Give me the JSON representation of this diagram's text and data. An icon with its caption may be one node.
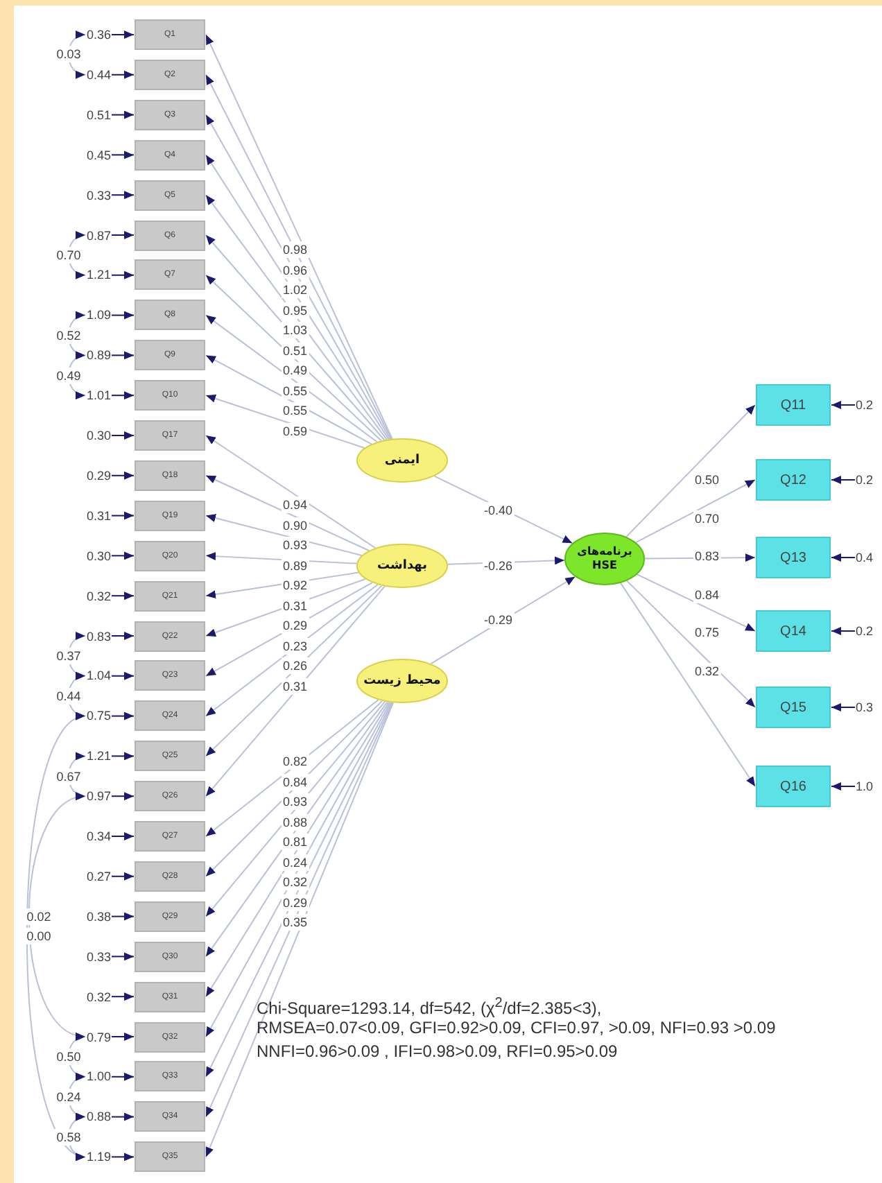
{
  "diagram": {
    "nodes": [
      {
        "text": [
          "Q1"
        ]
      },
      {
        "text": [
          "Q2"
        ]
      },
      {
        "text": [
          "Q3"
        ]
      },
      {
        "text": [
          "Q4"
        ]
      },
      {
        "text": [
          "Q5"
        ]
      },
      {
        "text": [
          "Q6"
        ]
      },
      {
        "text": [
          "Q7"
        ]
      },
      {
        "text": [
          "Q8"
        ]
      },
      {
        "text": [
          "Q9"
        ]
      },
      {
        "text": [
          "Q10"
        ]
      },
      {
        "text": [
          "Q17"
        ]
      },
      {
        "text": [
          "Q18"
        ]
      },
      {
        "text": [
          "Q19"
        ]
      },
      {
        "text": [
          "Q20"
        ]
      },
      {
        "text": [
          "Q21"
        ]
      },
      {
        "text": [
          "Q22"
        ]
      },
      {
        "text": [
          "Q23"
        ]
      },
      {
        "text": [
          "Q24"
        ]
      },
      {
        "text": [
          "Q25"
        ]
      },
      {
        "text": [
          "Q26"
        ]
      },
      {
        "text": [
          "Q27"
        ]
      },
      {
        "text": [
          "Q28"
        ]
      },
      {
        "text": [
          "Q29"
        ]
      },
      {
        "text": [
          "Q30"
        ]
      },
      {
        "text": [
          "Q31"
        ]
      },
      {
        "text": [
          "Q32"
        ]
      },
      {
        "text": [
          "Q33"
        ]
      },
      {
        "text": [
          "Q34"
        ]
      },
      {
        "text": [
          "Q35"
        ]
      },
      {
        "text": [
          "0.36"
        ]
      },
      {
        "text": [
          "0.44"
        ]
      },
      {
        "text": [
          "0.51"
        ]
      },
      {
        "text": [
          "0.45"
        ]
      },
      {
        "text": [
          "0.33"
        ]
      },
      {
        "text": [
          "0.87"
        ]
      },
      {
        "text": [
          "1.21"
        ]
      },
      {
        "text": [
          "1.09"
        ]
      },
      {
        "text": [
          "0.89"
        ]
      },
      {
        "text": [
          "1.01"
        ]
      },
      {
        "text": [
          "0.30"
        ]
      },
      {
        "text": [
          "0.29"
        ]
      },
      {
        "text": [
          "0.31"
        ]
      },
      {
        "text": [
          "0.30"
        ]
      },
      {
        "text": [
          "0.32"
        ]
      },
      {
        "text": [
          "0.83"
        ]
      },
      {
        "text": [
          "1.04"
        ]
      },
      {
        "text": [
          "0.75"
        ]
      },
      {
        "text": [
          "1.21"
        ]
      },
      {
        "text": [
          "0.97"
        ]
      },
      {
        "text": [
          "0.34"
        ]
      },
      {
        "text": [
          "0.27"
        ]
      },
      {
        "text": [
          "0.38"
        ]
      },
      {
        "text": [
          "0.33"
        ]
      },
      {
        "text": [
          "0.32"
        ]
      },
      {
        "text": [
          "0.79"
        ]
      },
      {
        "text": [
          "1.00"
        ]
      },
      {
        "text": [
          "0.88"
        ]
      },
      {
        "text": [
          "1.19"
        ]
      },
      {
        "text": [
          "ایمنی"
        ]
      },
      {
        "text": [
          "بهداشت"
        ]
      },
      {
        "text": [
          "محیط زیست"
        ]
      },
      {
        "text": [
          "برنامه‌های HSE"
        ]
      },
      {
        "text": [
          "Q11"
        ]
      },
      {
        "text": [
          "Q12"
        ]
      },
      {
        "text": [
          "Q13"
        ]
      },
      {
        "text": [
          "Q14"
        ]
      },
      {
        "text": [
          "Q15"
        ]
      },
      {
        "text": [
          "Q16"
        ]
      },
      {
        "text": [
          "0.2"
        ]
      },
      {
        "text": [
          "0.2"
        ]
      },
      {
        "text": [
          "0.4"
        ]
      },
      {
        "text": [
          "0.2"
        ]
      },
      {
        "text": [
          "0.3"
        ]
      },
      {
        "text": [
          "1.0"
        ]
      }
    ],
    "edges": [
      {
        "from": 29,
        "to": 0,
        "arrow": "to",
        "color": "#1a1a6e"
      },
      {
        "from": 30,
        "to": 1,
        "arrow": "to",
        "color": "#1a1a6e"
      },
      {
        "from": 31,
        "to": 2,
        "arrow": "to",
        "color": "#1a1a6e"
      },
      {
        "from": 32,
        "to": 3,
        "arrow": "to",
        "color": "#1a1a6e"
      },
      {
        "from": 33,
        "to": 4,
        "arrow": "to",
        "color": "#1a1a6e"
      },
      {
        "from": 34,
        "to": 5,
        "arrow": "to",
        "color": "#1a1a6e"
      },
      {
        "from": 35,
        "to": 6,
        "arrow": "to",
        "color": "#1a1a6e"
      },
      {
        "from": 36,
        "to": 7,
        "arrow": "to",
        "color": "#1a1a6e"
      },
      {
        "from": 37,
        "to": 8,
        "arrow": "to",
        "color": "#1a1a6e"
      },
      {
        "from": 38,
        "to": 9,
        "arrow": "to",
        "color": "#1a1a6e"
      },
      {
        "from": 39,
        "to": 10,
        "arrow": "to",
        "color": "#1a1a6e"
      },
      {
        "from": 40,
        "to": 11,
        "arrow": "to",
        "color": "#1a1a6e"
      },
      {
        "from": 41,
        "to": 12,
        "arrow": "to",
        "color": "#1a1a6e"
      },
      {
        "from": 42,
        "to": 13,
        "arrow": "to",
        "color": "#1a1a6e"
      },
      {
        "from": 43,
        "to": 14,
        "arrow": "to",
        "color": "#1a1a6e"
      },
      {
        "from": 44,
        "to": 15,
        "arrow": "to",
        "color": "#1a1a6e"
      },
      {
        "from": 45,
        "to": 16,
        "arrow": "to",
        "color": "#1a1a6e"
      },
      {
        "from": 46,
        "to": 17,
        "arrow": "to",
        "color": "#1a1a6e"
      },
      {
        "from": 47,
        "to": 18,
        "arrow": "to",
        "color": "#1a1a6e"
      },
      {
        "from": 48,
        "to": 19,
        "arrow": "to",
        "color": "#1a1a6e"
      },
      {
        "from": 49,
        "to": 20,
        "arrow": "to",
        "color": "#1a1a6e"
      },
      {
        "from": 50,
        "to": 21,
        "arrow": "to",
        "color": "#1a1a6e"
      },
      {
        "from": 51,
        "to": 22,
        "arrow": "to",
        "color": "#1a1a6e"
      },
      {
        "from": 52,
        "to": 23,
        "arrow": "to",
        "color": "#1a1a6e"
      },
      {
        "from": 53,
        "to": 24,
        "arrow": "to",
        "color": "#1a1a6e"
      },
      {
        "from": 54,
        "to": 25,
        "arrow": "to",
        "color": "#1a1a6e"
      },
      {
        "from": 55,
        "to": 26,
        "arrow": "to",
        "color": "#1a1a6e"
      },
      {
        "from": 56,
        "to": 27,
        "arrow": "to",
        "color": "#1a1a6e"
      },
      {
        "from": 57,
        "to": 28,
        "arrow": "to",
        "color": "#1a1a6e"
      },
      {
        "from": 58,
        "to": 0,
        "arrow": "to",
        "label": "0.98"
      },
      {
        "from": 58,
        "to": 1,
        "arrow": "to",
        "label": "0.96"
      },
      {
        "from": 58,
        "to": 2,
        "arrow": "to",
        "label": "1.02"
      },
      {
        "from": 58,
        "to": 3,
        "arrow": "to",
        "label": "0.95"
      },
      {
        "from": 58,
        "to": 4,
        "arrow": "to",
        "label": "1.03"
      },
      {
        "from": 58,
        "to": 5,
        "arrow": "to",
        "label": "0.51"
      },
      {
        "from": 58,
        "to": 6,
        "arrow": "to",
        "label": "0.49"
      },
      {
        "from": 58,
        "to": 7,
        "arrow": "to",
        "label": "0.55"
      },
      {
        "from": 58,
        "to": 8,
        "arrow": "to",
        "label": "0.55"
      },
      {
        "from": 58,
        "to": 9,
        "arrow": "to",
        "label": "0.59"
      },
      {
        "from": 59,
        "to": 10,
        "arrow": "to",
        "label": "0.94"
      },
      {
        "from": 59,
        "to": 11,
        "arrow": "to",
        "label": "0.90"
      },
      {
        "from": 59,
        "to": 12,
        "arrow": "to",
        "label": "0.93"
      },
      {
        "from": 59,
        "to": 13,
        "arrow": "to",
        "label": "0.89"
      },
      {
        "from": 59,
        "to": 14,
        "arrow": "to",
        "label": "0.92"
      },
      {
        "from": 59,
        "to": 15,
        "arrow": "to",
        "label": "0.31"
      },
      {
        "from": 59,
        "to": 16,
        "arrow": "to",
        "label": "0.29"
      },
      {
        "from": 59,
        "to": 17,
        "arrow": "to",
        "label": "0.23"
      },
      {
        "from": 59,
        "to": 18,
        "arrow": "to",
        "label": "0.26"
      },
      {
        "from": 59,
        "to": 19,
        "arrow": "to",
        "label": "0.31"
      },
      {
        "from": 60,
        "to": 20,
        "arrow": "to",
        "label": "0.82"
      },
      {
        "from": 60,
        "to": 21,
        "arrow": "to",
        "label": "0.84"
      },
      {
        "from": 60,
        "to": 22,
        "arrow": "to",
        "label": "0.93"
      },
      {
        "from": 60,
        "to": 23,
        "arrow": "to",
        "label": "0.88"
      },
      {
        "from": 60,
        "to": 24,
        "arrow": "to",
        "label": "0.81"
      },
      {
        "from": 60,
        "to": 25,
        "arrow": "to",
        "label": "0.24"
      },
      {
        "from": 60,
        "to": 26,
        "arrow": "to",
        "label": "0.32"
      },
      {
        "from": 60,
        "to": 27,
        "arrow": "to",
        "label": "0.29"
      },
      {
        "from": 60,
        "to": 28,
        "arrow": "to",
        "label": "0.35"
      },
      {
        "from": 58,
        "to": 61,
        "arrow": "to",
        "label": "-0.40"
      },
      {
        "from": 59,
        "to": 61,
        "arrow": "to",
        "label": "-0.26"
      },
      {
        "from": 60,
        "to": 61,
        "arrow": "to",
        "label": "-0.29"
      },
      {
        "from": 61,
        "to": 62,
        "arrow": "to",
        "label": "0.50"
      },
      {
        "from": 61,
        "to": 63,
        "arrow": "to",
        "label": "0.70"
      },
      {
        "from": 61,
        "to": 64,
        "arrow": "to",
        "label": "0.83"
      },
      {
        "from": 61,
        "to": 65,
        "arrow": "to",
        "label": "0.84"
      },
      {
        "from": 61,
        "to": 66,
        "arrow": "to",
        "label": "0.75"
      },
      {
        "from": 61,
        "to": 67,
        "arrow": "to",
        "label": "0.32"
      },
      {
        "from": 68,
        "to": 62,
        "arrow": "to",
        "color": "#1a1a6e"
      },
      {
        "from": 69,
        "to": 63,
        "arrow": "to",
        "color": "#1a1a6e"
      },
      {
        "from": 70,
        "to": 64,
        "arrow": "to",
        "color": "#1a1a6e"
      },
      {
        "from": 71,
        "to": 65,
        "arrow": "to",
        "color": "#1a1a6e"
      },
      {
        "from": 72,
        "to": 66,
        "arrow": "to",
        "color": "#1a1a6e"
      },
      {
        "from": 73,
        "to": 67,
        "arrow": "to",
        "color": "#1a1a6e"
      },
      {
        "from": 29,
        "to": 30,
        "arrow": "both",
        "label": "0.03"
      },
      {
        "from": 34,
        "to": 35,
        "arrow": "both",
        "label": "0.70"
      },
      {
        "from": 36,
        "to": 37,
        "arrow": "both",
        "label": "0.52"
      },
      {
        "from": 37,
        "to": 38,
        "arrow": "both",
        "label": "0.49"
      },
      {
        "from": 44,
        "to": 45,
        "arrow": "both",
        "label": "0.37"
      },
      {
        "from": 45,
        "to": 46,
        "arrow": "both",
        "label": "0.44"
      },
      {
        "from": 47,
        "to": 48,
        "arrow": "both",
        "label": "0.67"
      },
      {
        "from": 48,
        "to": 54,
        "arrow": "both",
        "label": "0.02"
      },
      {
        "from": 46,
        "to": 57,
        "arrow": "both",
        "label": "0.00"
      },
      {
        "from": 54,
        "to": 55,
        "arrow": "both",
        "label": "0.50"
      },
      {
        "from": 55,
        "to": 56,
        "arrow": "both",
        "label": "0.24"
      },
      {
        "from": 56,
        "to": 57,
        "arrow": "both",
        "label": "0.58"
      }
    ],
    "labels": [
      "Chi-Square=1293.14, df=542, (χ$^{2}$/df=2.385<3),",
      "RMSEA=0.07<0.09, GFI=0.92>0.09, CFI=0.97, >0.09, NFI=0.93 >0.09",
      "NNFI=0.96>0.09 , IFI=0.98>0.09, RFI=0.95>0.09"
    ]
  }
}
